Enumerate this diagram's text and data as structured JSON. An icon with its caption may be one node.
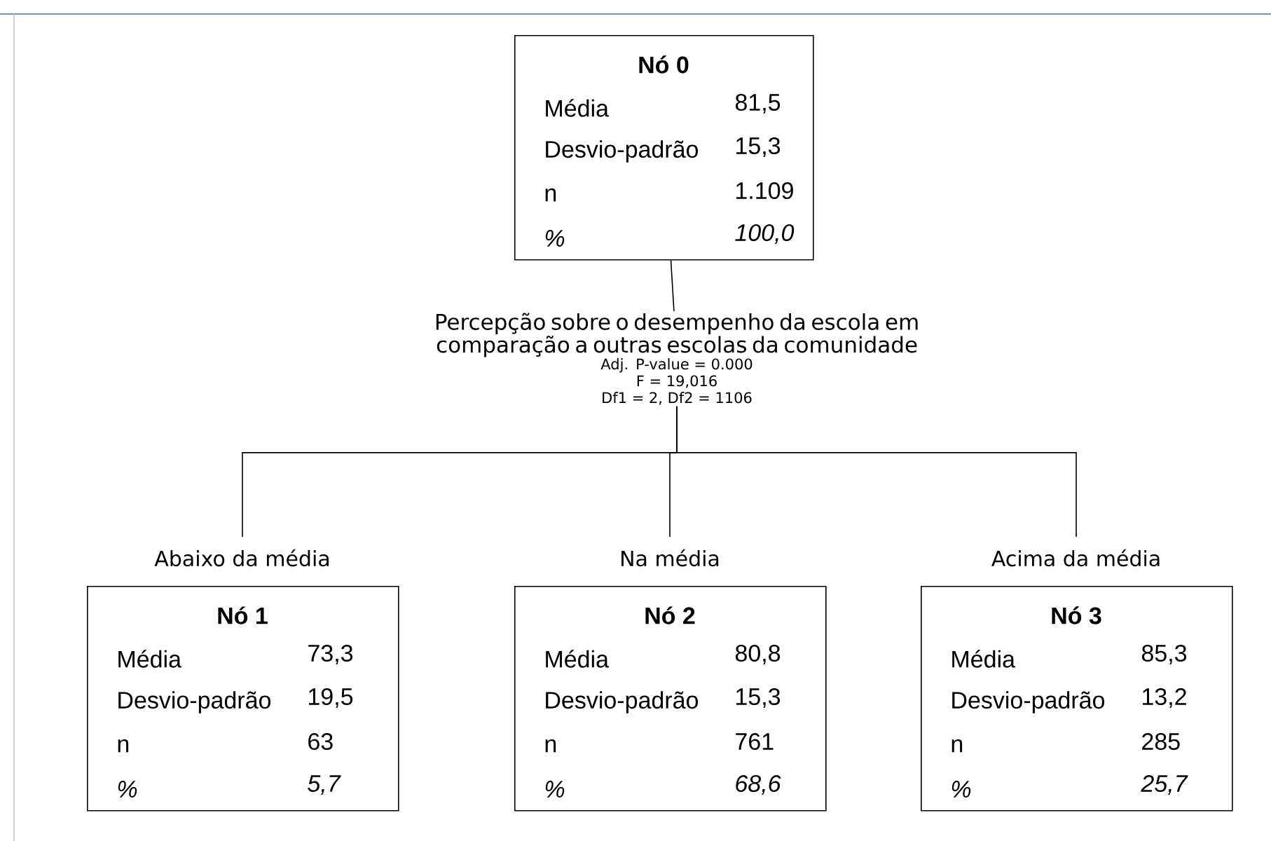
{
  "diagram": {
    "nodes": [
      {
        "text": [
          "Nó 0",
          "Média",
          "81,5",
          "Desvio-padrão",
          "15,3",
          "n",
          "1.109",
          "%",
          "100,0"
        ]
      },
      {
        "text": [
          "Percepção sobre o desempenho da escola em comparação a outras escolas da comunidade",
          "Adj. P-value = 0.000",
          "F = 19,016",
          "Df1 = 2, Df2 = 1106"
        ]
      },
      {
        "text": [
          "Nó 1",
          "Média",
          "73,3",
          "Desvio-padrão",
          "19,5",
          "n",
          "63",
          "%",
          "5,7"
        ]
      },
      {
        "text": [
          "Nó 2",
          "Média",
          "80,8",
          "Desvio-padrão",
          "15,3",
          "n",
          "761",
          "%",
          "68,6"
        ]
      },
      {
        "text": [
          "Nó 3",
          "Média",
          "85,3",
          "Desvio-padrão",
          "13,2",
          "n",
          "285",
          "%",
          "25,7"
        ]
      }
    ],
    "edges": [
      {
        "from": 0,
        "to": 1,
        "arrow": "none"
      },
      {
        "from": 1,
        "to": 2,
        "arrow": "none",
        "label": "Abaixo da média"
      },
      {
        "from": 1,
        "to": 3,
        "arrow": "none",
        "label": "Na média"
      },
      {
        "from": 1,
        "to": 4,
        "arrow": "none",
        "label": "Acima da média"
      }
    ]
  }
}
